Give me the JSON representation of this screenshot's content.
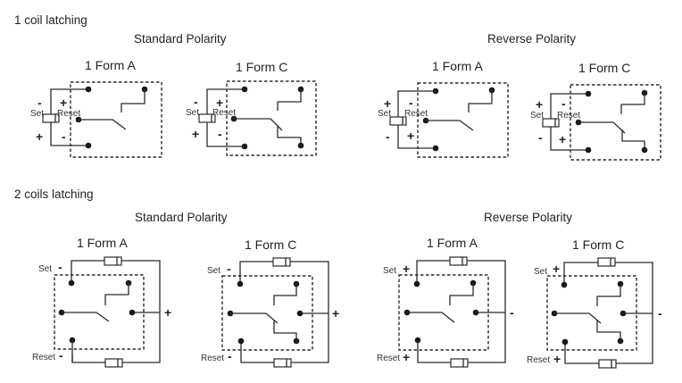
{
  "sections": [
    {
      "title": "1 coil latching",
      "groups": [
        {
          "polarity": "Standard Polarity",
          "diagrams": [
            {
              "form": "1 Form A",
              "set_top": "-",
              "reset_top": "+",
              "set_bottom": "+",
              "reset_bottom": "-"
            },
            {
              "form": "1 Form C",
              "set_top": "-",
              "reset_top": "+",
              "set_bottom": "+",
              "reset_bottom": "-"
            }
          ]
        },
        {
          "polarity": "Reverse Polarity",
          "diagrams": [
            {
              "form": "1 Form A",
              "set_top": "+",
              "reset_top": "-",
              "set_bottom": "-",
              "reset_bottom": "+"
            },
            {
              "form": "1 Form C",
              "set_top": "+",
              "reset_top": "-",
              "set_bottom": "-",
              "reset_bottom": "+"
            }
          ]
        }
      ],
      "coil_labels": {
        "set": "Set",
        "reset": "Reset"
      }
    },
    {
      "title": "2 coils latching",
      "groups": [
        {
          "polarity": "Standard Polarity",
          "diagrams": [
            {
              "form": "1 Form A",
              "set_sign": "-",
              "reset_sign": "-",
              "common_sign": "+"
            },
            {
              "form": "1 Form C",
              "set_sign": "-",
              "reset_sign": "-",
              "common_sign": "+"
            }
          ]
        },
        {
          "polarity": "Reverse Polarity",
          "diagrams": [
            {
              "form": "1 Form A",
              "set_sign": "+",
              "reset_sign": "+",
              "common_sign": "-"
            },
            {
              "form": "1 Form C",
              "set_sign": "+",
              "reset_sign": "+",
              "common_sign": "-"
            }
          ]
        }
      ],
      "coil_labels": {
        "set": "Set",
        "reset": "Reset"
      }
    }
  ]
}
